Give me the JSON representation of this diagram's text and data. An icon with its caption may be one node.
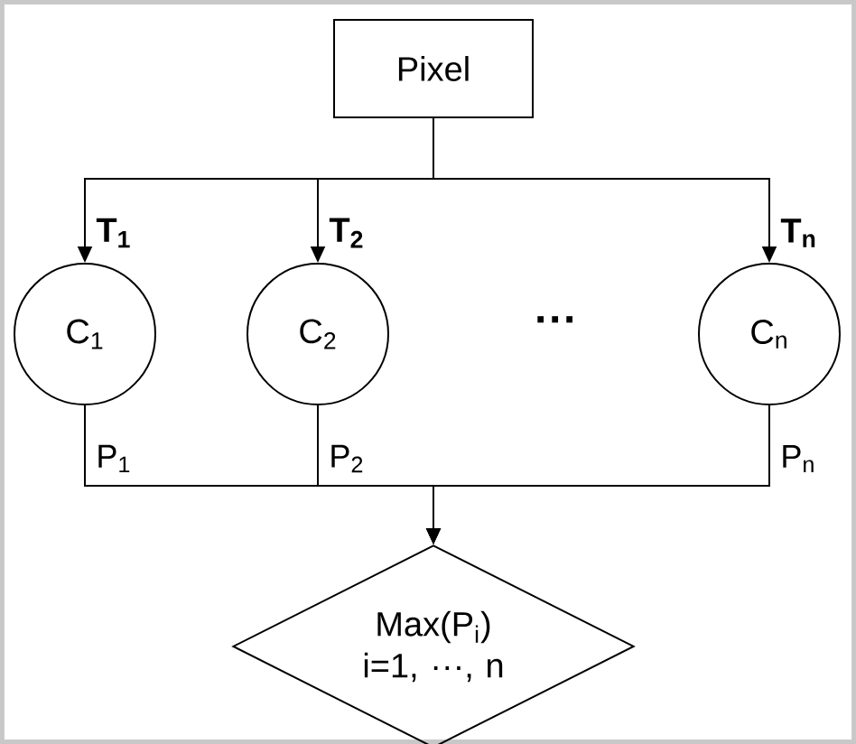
{
  "diagram": {
    "nodes": [
      {
        "text": [
          "Pixel"
        ]
      },
      {
        "text": [
          "C$_{1}$"
        ]
      },
      {
        "text": [
          "C$_{2}$"
        ]
      },
      {
        "text": [
          "C$_{n}$"
        ]
      },
      {
        "text": [
          "Max(P$_{i}$) i=1, ···, n"
        ]
      }
    ],
    "edges": [
      {
        "from": 0,
        "to": 1,
        "arrow": "to",
        "label": "T$_{1}$"
      },
      {
        "from": 0,
        "to": 2,
        "arrow": "to",
        "label": "T$_{2}$"
      },
      {
        "from": 0,
        "to": 3,
        "arrow": "to",
        "label": "T$_{n}$"
      },
      {
        "from": 1,
        "to": 4,
        "arrow": "to",
        "label": "P$_{1}$"
      },
      {
        "from": 2,
        "to": 4,
        "arrow": "to",
        "label": "P$_{2}$"
      },
      {
        "from": 3,
        "to": 4,
        "arrow": "to",
        "label": "P$_{n}$"
      }
    ],
    "labels": [
      "···"
    ]
  }
}
